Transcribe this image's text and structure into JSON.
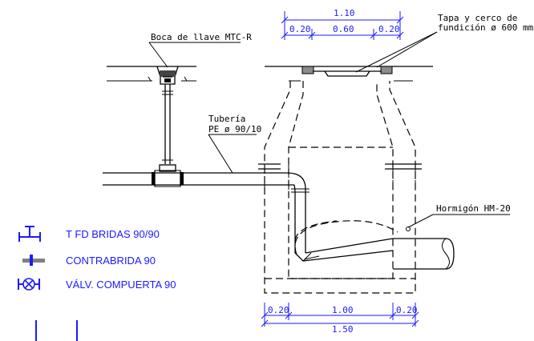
{
  "labels": {
    "boca_llave": "Boca de llave MTC-R",
    "tuberia_1": "Tubería",
    "tuberia_2": "PE ø 90/10",
    "tapa_1": "Tapa y cerco de",
    "tapa_2": "fundición ø 600 mm.",
    "hormigon": "Hormigón HM-20"
  },
  "dimensions_top": {
    "total": "1.10",
    "left": "0.20",
    "center": "0.60",
    "right": "0.20"
  },
  "dimensions_bottom": {
    "left": "0.20",
    "center": "1.00",
    "right": "0.20",
    "total": "1.50"
  },
  "legend": [
    {
      "icon": "t-flange-icon",
      "label": "T FD BRIDAS 90/90"
    },
    {
      "icon": "counter-flange-icon",
      "label": "CONTRABRIDA 90"
    },
    {
      "icon": "gate-valve-icon",
      "label": "VÁLV. COMPUERTA 90"
    }
  ],
  "colors": {
    "line": "#000000",
    "dimension": "#1a1aff",
    "legend_text": "#1a1aff",
    "counter_flange_fill": "#808080",
    "lid_fill": "#8c8c8c"
  }
}
